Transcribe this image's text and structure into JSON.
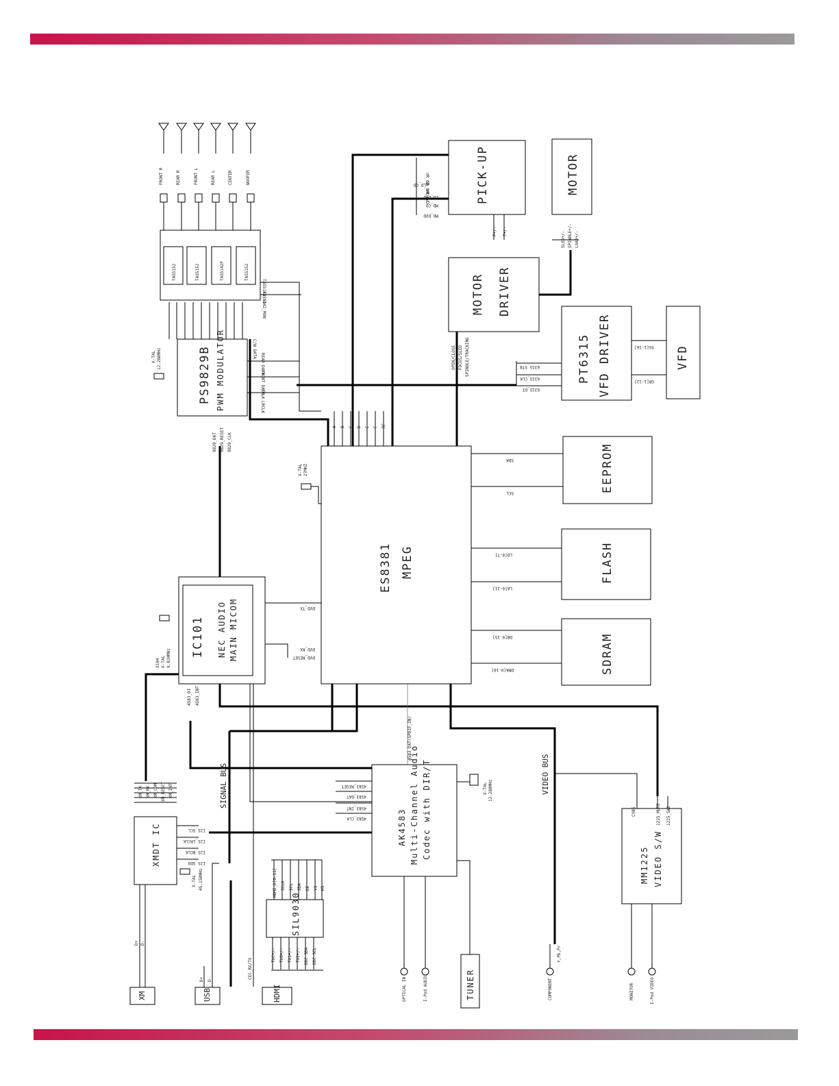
{
  "colors": {
    "band_start": "#c8144b",
    "band_end": "#9a9a9a",
    "line": "#000000"
  },
  "blocks": {
    "pickup": "PICK-UP",
    "motor": "MOTOR",
    "motor_driver_1": "MOTOR",
    "motor_driver_2": "DRIVER",
    "vfd_driver_1": "PT6315",
    "vfd_driver_2": "VFD DRIVER",
    "vfd": "VFD",
    "eeprom": "EEPROM",
    "flash": "FLASH",
    "sdram": "SDRAM",
    "mpeg_1": "ES8381",
    "mpeg_2": "MPEG",
    "pwm_1": "PS9829B",
    "pwm_2": "PWM MODULATOR",
    "micom_1": "IC101",
    "micom_2": "NEC AUDIO",
    "micom_3": "MAIN MICOM",
    "codec_1": "AK4583",
    "codec_2": "Multi-Channel Audio",
    "codec_3": "Codec with DIR/T",
    "xmdt": "XMDT IC",
    "sil": "SIL9030",
    "tuner": "TUNER",
    "video_sw_1": "MM1225",
    "video_sw_2": "VIDEO S/W",
    "xm": "XM",
    "usb": "USB",
    "hdmi": "HDMI",
    "amps": [
      "TAS5152",
      "TAS5152",
      "TAS5142P",
      "TAS5152"
    ]
  },
  "labels": {
    "speakers": [
      "FRONT R",
      "REAR R",
      "FRONT L",
      "REAR L",
      "CENTER",
      "WOOFER"
    ],
    "pickup_signals": [
      "VR_CD",
      "VR_DVD",
      "VR_DVD",
      "LD_CD",
      "LD_DVD",
      "MD_CD",
      "MD_DVD"
    ],
    "motor_signals": [
      "SLED+/-",
      "SPINDLE+/-",
      "LOAD+/-"
    ],
    "focus_signals": [
      "F+/-",
      "T+/-"
    ],
    "driver_signals": [
      "OPEN/CLOSE",
      "FOCUS/SLED",
      "SPINDLE/TRACKING"
    ],
    "vfd_bus": [
      "6315_STB",
      "6315_CLK",
      "6315_DI"
    ],
    "vfd_out": [
      "SG[1-16]",
      "GR[1-12]"
    ],
    "rf_signals": [
      "A",
      "B",
      "C",
      "D",
      "E",
      "F",
      "RF"
    ],
    "pwm_inputs": [
      "C/W DATA",
      "REAR DATA",
      "FRONT DATA",
      "SCLK",
      "LRCLK"
    ],
    "pwm_ctrl": [
      "9829_DAT",
      "9829_RESET",
      "9829_CLK"
    ],
    "amp_ctrl": [
      "TAS5142_SD",
      "TAS5142_MON"
    ],
    "sda": "SDA",
    "scl": "SCL",
    "flash_bus": [
      "LD[0-7]",
      "LA[0-21]"
    ],
    "sdram_bus": [
      "DB[0-15]",
      "DMA[0-10]"
    ],
    "dvd_tx": "DVD_TX",
    "dvd_rx": [
      "DVD_RX",
      "DVD_RESET"
    ],
    "ak_ctrl": [
      "4583_DI",
      "4583_INT"
    ],
    "ak_right": [
      "4583_RESET",
      "4583_DAT",
      "4583_INT",
      "4583_CLK"
    ],
    "ak_top": "4583_DAT(SPDIF_IN)",
    "xm_ctrl": [
      "XM_TX",
      "XM_RX",
      "XM_CDM",
      "XM_RESET",
      "XM_INT"
    ],
    "i2s": [
      "I2S_SCL",
      "I2S_LRCLK",
      "I2S_BCLK",
      "I2S_SDO"
    ],
    "xtal_micom": [
      "X104",
      "X-TAL",
      "9.830MHz"
    ],
    "xtal_pwm": [
      "X-TAL",
      "12.288MHz"
    ],
    "xtal_mpeg": [
      "X-TAL",
      "27MHZ"
    ],
    "xtal_ak": [
      "X-TAL",
      "12.288MHz"
    ],
    "xtal_xm": [
      "X-TAL",
      "45.158MHz"
    ],
    "signal_bus": "SIGNAL BUS",
    "video_bus": "VIDEO BUS",
    "sil_left": [
      "HDMI_D[0-11]",
      "SCLK",
      "SCL",
      "SDA",
      "DE",
      "VS",
      "HS"
    ],
    "sil_right": [
      "TXC+/-",
      "TX0+/-",
      "TX1+/-",
      "TX2+/-",
      "DDC SDA",
      "DDC SCL"
    ],
    "video_sw_in": [
      "CVBS",
      "1225_MUTE",
      "1225_SW2"
    ],
    "xm_io": [
      "D+",
      "D-"
    ],
    "usb_io": [
      "D+",
      "D-"
    ],
    "hdmi_io": "CEC_RX/TX",
    "optical": "OPTICAL IN",
    "ipod_audio": "I-Pod AUDIO",
    "component": "COMPONENT",
    "component_sig": "Y,Pb,Pr",
    "monitor": "MONITOR",
    "ipod_video": "I-Pod VIDEO"
  }
}
